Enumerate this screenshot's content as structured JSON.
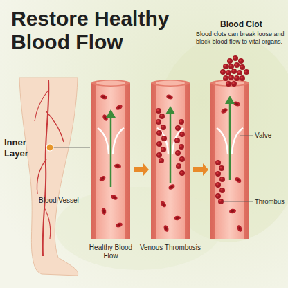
{
  "diagram": {
    "title": "Restore Healthy Blood Flow",
    "labels": [
      "Blood Clot",
      "Blood clots can break loose and block blood flow to vital organs.",
      "Inner Layer",
      "Blood Vessel",
      "Healthy Blood Flow",
      "Venous Thrombosis",
      "Valve",
      "Thrombus"
    ]
  }
}
